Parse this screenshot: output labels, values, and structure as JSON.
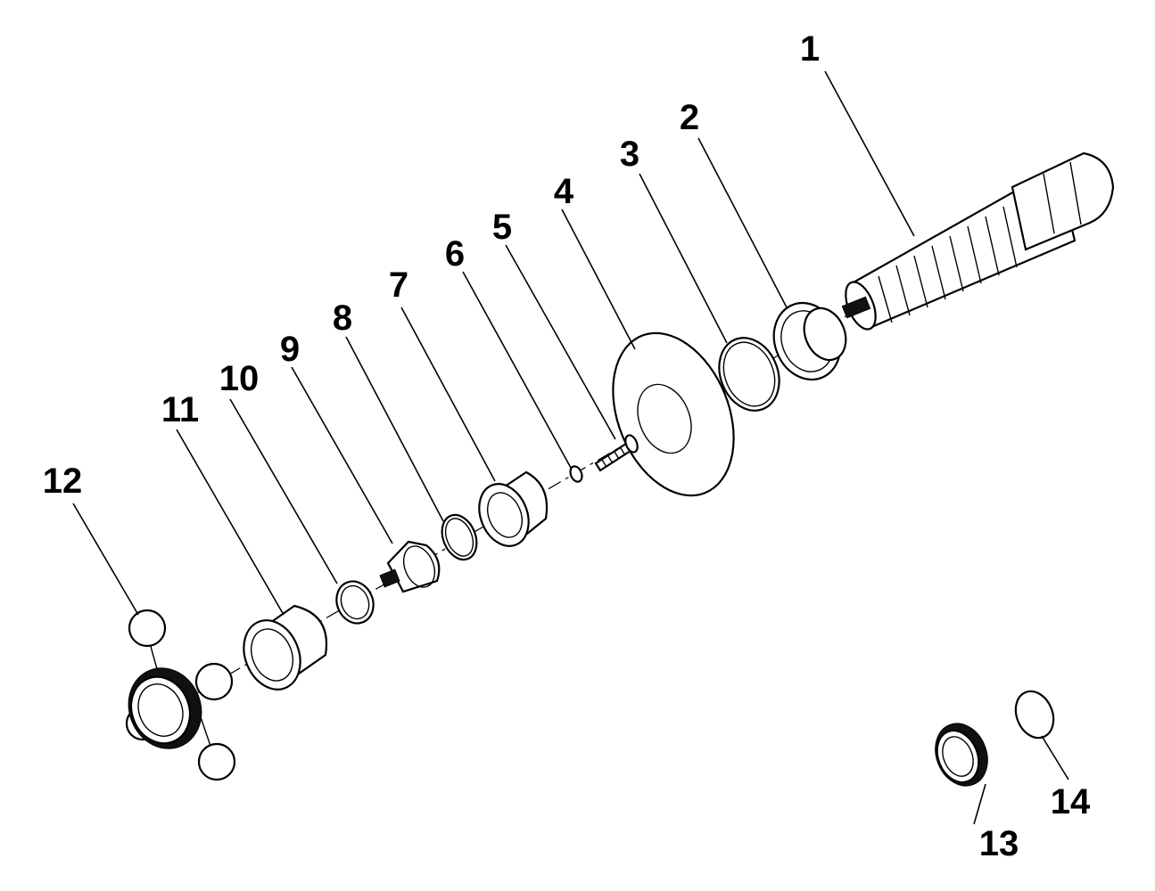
{
  "diagram": {
    "labels": [
      "1",
      "2",
      "3",
      "4",
      "5",
      "6",
      "7",
      "8",
      "9",
      "10",
      "11",
      "12",
      "13",
      "14"
    ]
  },
  "colors": {
    "ink": "#000000",
    "paper": "#ffffff"
  }
}
